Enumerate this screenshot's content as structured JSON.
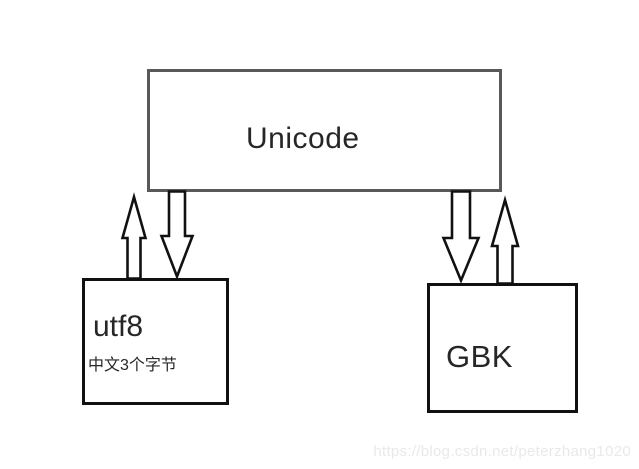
{
  "diagram": {
    "unicode_box": {
      "label": "Unicode"
    },
    "utf8_box": {
      "label": "utf8",
      "note": "中文3个字节"
    },
    "gbk_box": {
      "label": "GBK"
    },
    "arrows": [
      {
        "name": "utf8-to-unicode",
        "direction": "up"
      },
      {
        "name": "unicode-to-utf8",
        "direction": "down"
      },
      {
        "name": "unicode-to-gbk",
        "direction": "down"
      },
      {
        "name": "gbk-to-unicode",
        "direction": "up"
      }
    ],
    "colors": {
      "background": "#ffffff",
      "unicode_border": "#595959",
      "encoding_box_border": "#111111",
      "arrow_stroke": "#111111",
      "text": "#262626",
      "watermark_text": "#e9e9eb"
    }
  },
  "watermark": {
    "text": "https://blog.csdn.net/peterzhang1020"
  }
}
